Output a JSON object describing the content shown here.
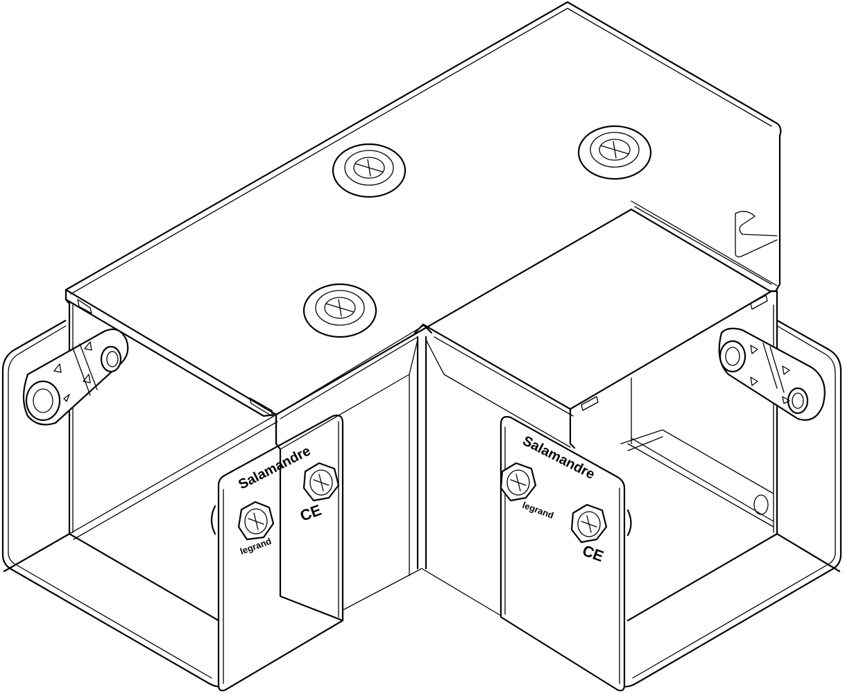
{
  "labels": {
    "brand": "Salamandre",
    "maker": "legrand",
    "mark": "CE"
  },
  "colors": {
    "ink": "#000000",
    "paper": "#ffffff"
  }
}
